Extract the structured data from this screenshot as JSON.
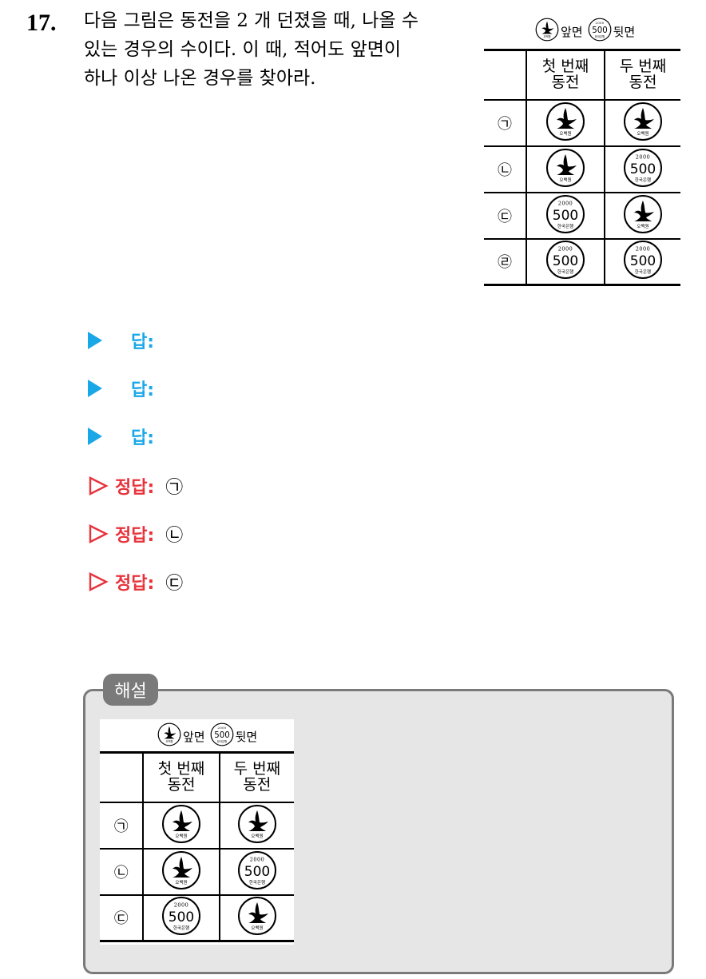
{
  "question": {
    "number": "17.",
    "lines": [
      "다음 그림은 동전을 2 개 던졌을 때, 나올 수",
      "있는 경우의 수이다. 이 때, 적어도 앞면이",
      "하나 이상 나온 경우를 찾아라."
    ]
  },
  "coin_table": {
    "legend_front": "앞면",
    "legend_back": "뒷면",
    "col1_header": [
      "첫 번째",
      "동전"
    ],
    "col2_header": [
      "두 번째",
      "동전"
    ],
    "coin_front_caption": "오백원",
    "coin_back_value": "500",
    "coin_back_year": "2000",
    "coin_back_caption": "한국은행",
    "rows": [
      {
        "mark": "㉠",
        "first": "front",
        "second": "front"
      },
      {
        "mark": "㉡",
        "first": "front",
        "second": "back"
      },
      {
        "mark": "㉢",
        "first": "back",
        "second": "front"
      },
      {
        "mark": "㉣",
        "first": "back",
        "second": "back"
      }
    ]
  },
  "answers": [
    {
      "label": "답:"
    },
    {
      "label": "답:"
    },
    {
      "label": "답:"
    }
  ],
  "corrects": [
    {
      "label": "정답:",
      "value": "㉠"
    },
    {
      "label": "정답:",
      "value": "㉡"
    },
    {
      "label": "정답:",
      "value": "㉢"
    }
  ],
  "explanation": {
    "tab": "해설",
    "rows": [
      {
        "mark": "㉠",
        "first": "front",
        "second": "front"
      },
      {
        "mark": "㉡",
        "first": "front",
        "second": "back"
      },
      {
        "mark": "㉢",
        "first": "back",
        "second": "front"
      }
    ]
  },
  "colors": {
    "answer": "#1aa7e8",
    "correct": "#e8323c",
    "box_border": "#7a7a7a",
    "box_bg": "#e6e6e6"
  }
}
